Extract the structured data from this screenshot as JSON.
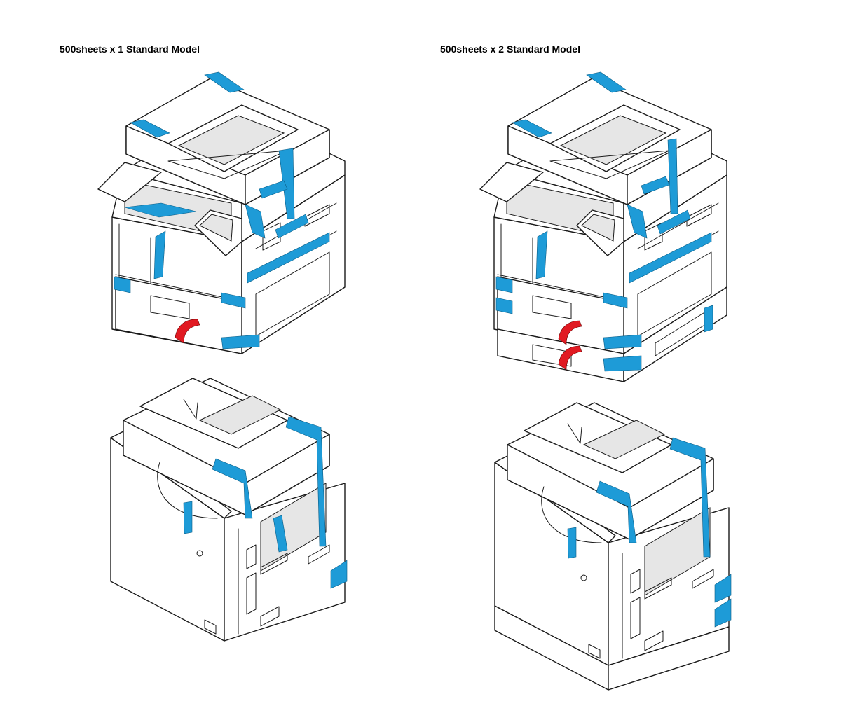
{
  "titles": {
    "left": "500sheets x 1 Standard Model",
    "right": "500sheets x 2 Standard Model"
  },
  "colors": {
    "tape": "#1e9bd7",
    "pull_tab": "#e11a22",
    "line": "#1a1a1a",
    "background": "#ffffff"
  },
  "views": [
    {
      "model": "left",
      "view": "front"
    },
    {
      "model": "left",
      "view": "rear"
    },
    {
      "model": "right",
      "view": "front"
    },
    {
      "model": "right",
      "view": "rear"
    }
  ]
}
